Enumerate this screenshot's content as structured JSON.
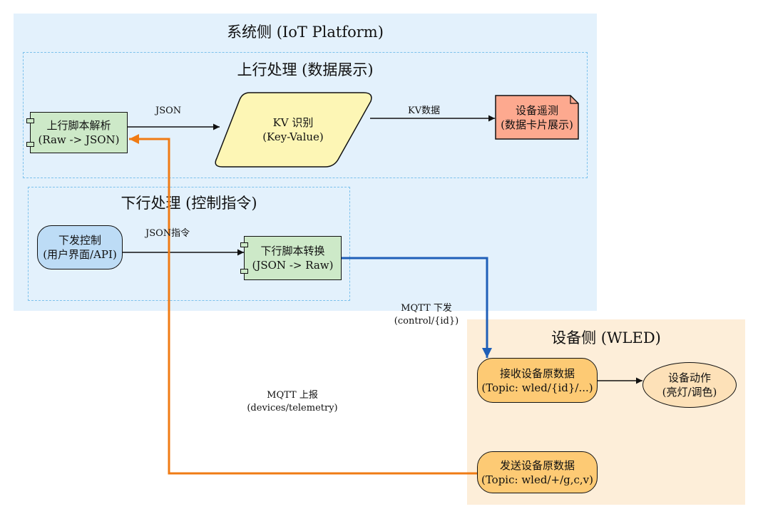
{
  "clusters": {
    "system": {
      "title": "系统侧 (IoT Platform)"
    },
    "uplink": {
      "title": "上行处理 (数据展示)"
    },
    "downlink": {
      "title": "下行处理 (控制指令)"
    },
    "device": {
      "title": "设备侧 (WLED)"
    }
  },
  "nodes": {
    "up_script": {
      "line1": "上行脚本解析",
      "line2": "(Raw -> JSON)",
      "color": "#cde9c8"
    },
    "kv": {
      "line1": "KV 识别",
      "line2": "(Key-Value)",
      "color": "#fdf6b5"
    },
    "telemetry": {
      "line1": "设备遥测",
      "line2": "(数据卡片展示)",
      "color": "#fda98f"
    },
    "ui": {
      "line1": "下发控制",
      "line2": "(用户界面/API)",
      "color": "#bddcf6"
    },
    "down_script": {
      "line1": "下行脚本转换",
      "line2": "(JSON -> Raw)",
      "color": "#cde9c8"
    },
    "recv": {
      "line1": "接收设备原数据",
      "line2": "(Topic: wled/{id}/...)",
      "color": "#fdca74"
    },
    "action": {
      "line1": "设备动作",
      "line2": "(亮灯/调色)",
      "color": "#fde1b8"
    },
    "send": {
      "line1": "发送设备原数据",
      "line2": "(Topic: wled/+/g,c,v)",
      "color": "#fdca74"
    }
  },
  "edges": {
    "json": {
      "label": "JSON"
    },
    "kv_data": {
      "label": "KV数据"
    },
    "json_cmd": {
      "label": "JSON指令"
    },
    "mqtt_down": {
      "line1": "MQTT 下发",
      "line2": "(control/{id})",
      "color": "#1f5fb8"
    },
    "mqtt_up": {
      "line1": "MQTT 上报",
      "line2": "(devices/telemetry)",
      "color": "#f07b14"
    }
  }
}
